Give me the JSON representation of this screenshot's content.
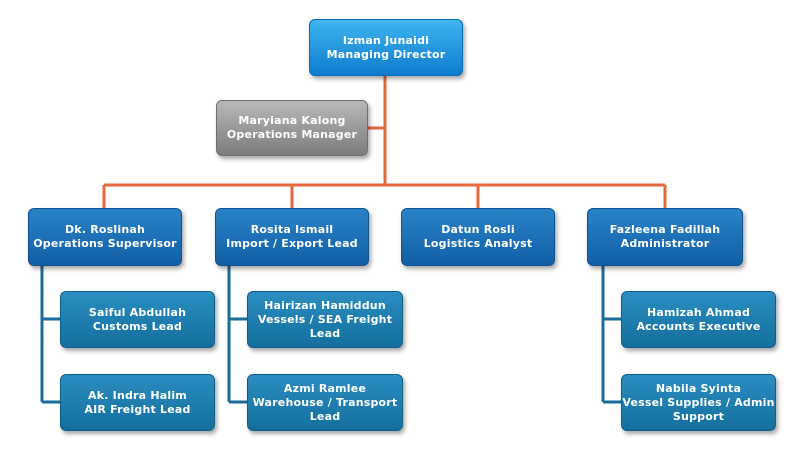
{
  "colors": {
    "connector_orange": "#e5673e",
    "connector_blue": "#1a6c9b"
  },
  "top": {
    "name": "Izman Junaidi",
    "title": "Managing Director"
  },
  "assistant": {
    "name": "Maryiana Kalong",
    "title": "Operations Manager"
  },
  "level1": [
    {
      "name": "Dk. Roslinah",
      "title": "Operations Supervisor"
    },
    {
      "name": "Rosita Ismail",
      "title": "Import / Export Lead"
    },
    {
      "name": "Datun Rosli",
      "title": "Logistics Analyst"
    },
    {
      "name": "Fazleena Fadillah",
      "title": "Administrator"
    }
  ],
  "reports": {
    "roslinah": [
      {
        "name": "Saiful Abdullah",
        "title": "Customs Lead"
      },
      {
        "name": "Ak. Indra Halim",
        "title": "AIR Freight Lead"
      }
    ],
    "rosita": [
      {
        "name": "Hairizan Hamiddun",
        "title": "Vessels / SEA Freight Lead"
      },
      {
        "name": "Azmi Ramlee",
        "title": "Warehouse / Transport",
        "title2": "Lead"
      }
    ],
    "fazleena": [
      {
        "name": "Hamizah Ahmad",
        "title": "Accounts Executive"
      },
      {
        "name": "Nabila Syinta",
        "title": "Vessel Supplies / Admin",
        "title2": "Support"
      }
    ]
  }
}
